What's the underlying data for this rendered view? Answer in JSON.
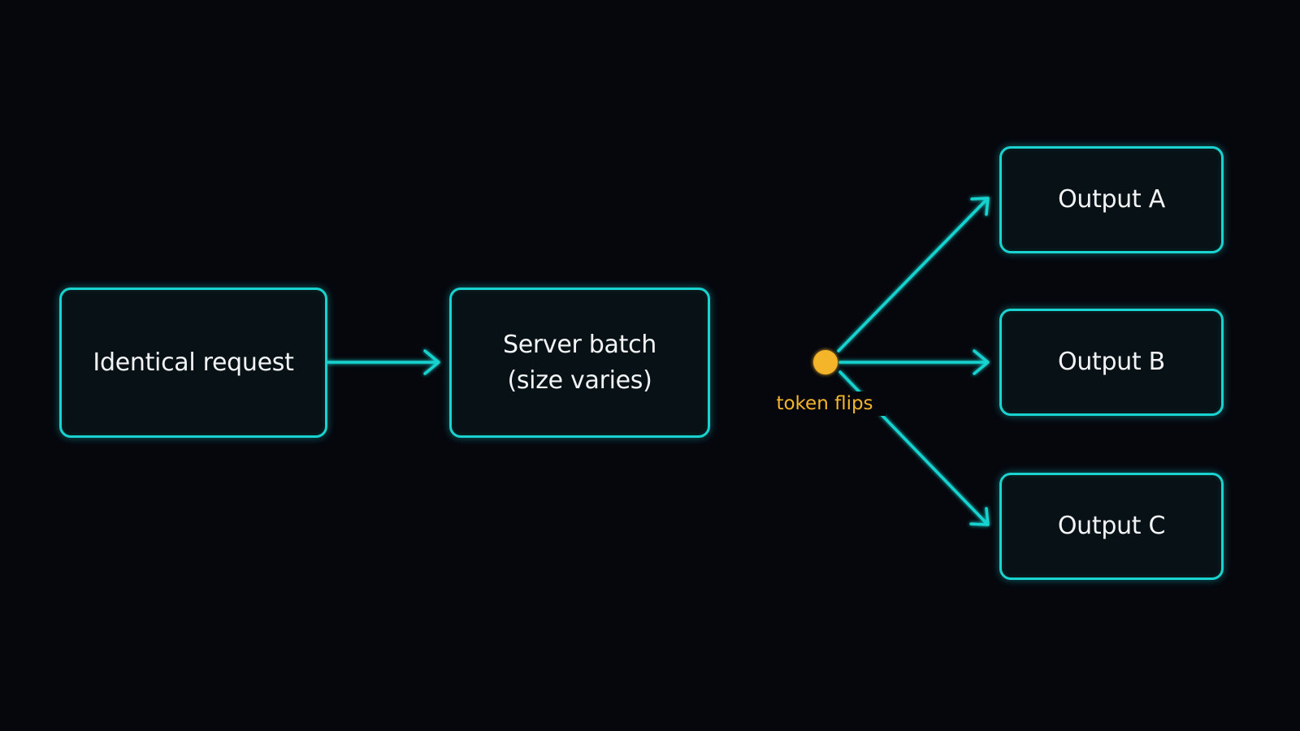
{
  "diagram": {
    "nodes": {
      "request": "Identical request",
      "batch": "Server batch\n(size varies)",
      "output_a": "Output A",
      "output_b": "Output B",
      "output_c": "Output C"
    },
    "annotation": "token flips",
    "colors": {
      "background": "#05070d",
      "accent": "#19d3d0",
      "highlight": "#f5b52a",
      "text": "#f2f4f6"
    }
  }
}
